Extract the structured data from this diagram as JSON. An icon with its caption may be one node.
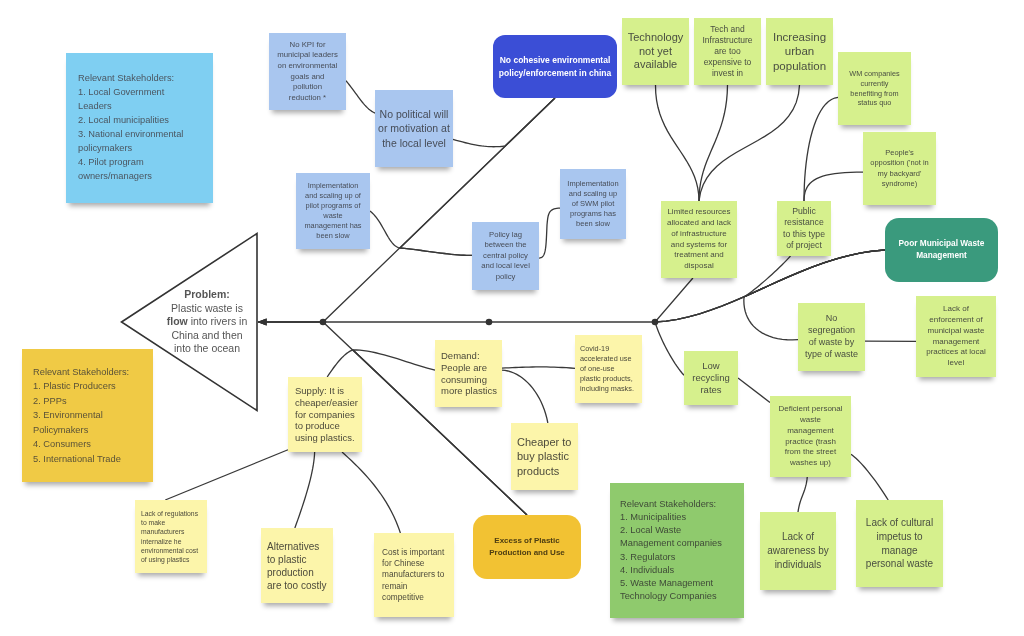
{
  "diagram": {
    "nodes": [
      {
        "text": [
          "Relevant Stakeholders:",
          "1. Local Government Leaders",
          "2. Local municipalities",
          "3. National environmental policymakers",
          "4. Pilot program owners/managers"
        ]
      },
      {
        "text": [
          "No KPI for municipal leaders on environmental goals and pollution reduction *"
        ]
      },
      {
        "text": [
          "No political will or motivation at the local level"
        ]
      },
      {
        "text": [
          "No cohesive environmental policy/enforcement in china"
        ]
      },
      {
        "text": [
          "Technology not yet available"
        ]
      },
      {
        "text": [
          "Tech and Infrastructure are too expensive to invest in"
        ]
      },
      {
        "text": [
          "Increasing urban population"
        ]
      },
      {
        "text": [
          "WM companies currently benefiting from status quo"
        ]
      },
      {
        "text": [
          "People's opposition ('not in my backyard' syndrome)"
        ]
      },
      {
        "text": [
          "Implementation and scaling up of pilot programs of waste management has been slow"
        ]
      },
      {
        "text": [
          "Implementation and scaling up of SWM pilot programs has been slow"
        ]
      },
      {
        "text": [
          "Policy lag between the central policy and local level policy"
        ]
      },
      {
        "text": [
          "Limited resources allocated and lack of infrastructure and systems for treatment and disposal"
        ]
      },
      {
        "text": [
          "Public resistance to this type of project"
        ]
      },
      {
        "text": [
          "Poor Municipal Waste Management"
        ]
      },
      {
        "text": [
          "Problem:",
          "Plastic waste is **flow** into rivers in China and then into the ocean"
        ]
      },
      {
        "text": [
          "No segregation of waste by type of waste"
        ]
      },
      {
        "text": [
          "Lack of enforcement of municipal waste management practices at local level"
        ]
      },
      {
        "text": [
          "Relevant Stakeholders:",
          "1. Plastic Producers",
          "2. PPPs",
          "3. Environmental Policymakers",
          "4. Consumers",
          "5. International Trade"
        ]
      },
      {
        "text": [
          "Supply: It is cheaper/easier for companies to produce using plastics."
        ]
      },
      {
        "text": [
          "Demand: People are consuming more plastics"
        ]
      },
      {
        "text": [
          "Covid-19 accelerated use of one-use plastic products, including masks."
        ]
      },
      {
        "text": [
          "Low recycling rates"
        ]
      },
      {
        "text": [
          "Cheaper to buy plastic products"
        ]
      },
      {
        "text": [
          "Deficient personal waste management practice (trash from the street washes up)"
        ]
      },
      {
        "text": [
          "Lack of regulations to make manufacturers internalize he environmental cost of using plastics"
        ]
      },
      {
        "text": [
          "Alternatives to plastic production are too costly"
        ]
      },
      {
        "text": [
          "Cost is important for Chinese manufacturers to remain competitive"
        ]
      },
      {
        "text": [
          "Excess of Plastic Production and Use"
        ]
      },
      {
        "text": [
          "Relevant Stakeholders:",
          "1. Municipalities",
          "2. Local Waste Management companies",
          "3. Regulators",
          "4. Individuals",
          "5. Waste Management Technology Companies"
        ]
      },
      {
        "text": [
          "Lack of awareness by individuals"
        ]
      },
      {
        "text": [
          "Lack of cultural impetus to manage personal waste"
        ]
      }
    ],
    "edges": [
      {
        "from": 3,
        "to": 15,
        "arrow": "to"
      },
      {
        "from": 28,
        "to": 15,
        "arrow": "to"
      },
      {
        "from": 14,
        "to": 15,
        "arrow": "to"
      },
      {
        "from": 1,
        "to": 2,
        "arrow": "none"
      },
      {
        "from": 2,
        "to": 3,
        "arrow": "none"
      },
      {
        "from": 9,
        "to": 11,
        "arrow": "none"
      },
      {
        "from": 10,
        "to": 11,
        "arrow": "none"
      },
      {
        "from": 11,
        "to": 3,
        "arrow": "none"
      },
      {
        "from": 4,
        "to": 12,
        "arrow": "none"
      },
      {
        "from": 5,
        "to": 12,
        "arrow": "none"
      },
      {
        "from": 6,
        "to": 12,
        "arrow": "none"
      },
      {
        "from": 7,
        "to": 13,
        "arrow": "none"
      },
      {
        "from": 8,
        "to": 13,
        "arrow": "none"
      },
      {
        "from": 12,
        "to": 14,
        "arrow": "none"
      },
      {
        "from": 13,
        "to": 14,
        "arrow": "none"
      },
      {
        "from": 16,
        "to": 14,
        "arrow": "none"
      },
      {
        "from": 17,
        "to": 16,
        "arrow": "none"
      },
      {
        "from": 22,
        "to": 14,
        "arrow": "none"
      },
      {
        "from": 24,
        "to": 22,
        "arrow": "none"
      },
      {
        "from": 30,
        "to": 24,
        "arrow": "none"
      },
      {
        "from": 31,
        "to": 24,
        "arrow": "none"
      },
      {
        "from": 19,
        "to": 28,
        "arrow": "none"
      },
      {
        "from": 20,
        "to": 28,
        "arrow": "none"
      },
      {
        "from": 21,
        "to": 20,
        "arrow": "none"
      },
      {
        "from": 23,
        "to": 20,
        "arrow": "none"
      },
      {
        "from": 25,
        "to": 19,
        "arrow": "none"
      },
      {
        "from": 26,
        "to": 19,
        "arrow": "none"
      },
      {
        "from": 27,
        "to": 19,
        "arrow": "none"
      }
    ]
  }
}
